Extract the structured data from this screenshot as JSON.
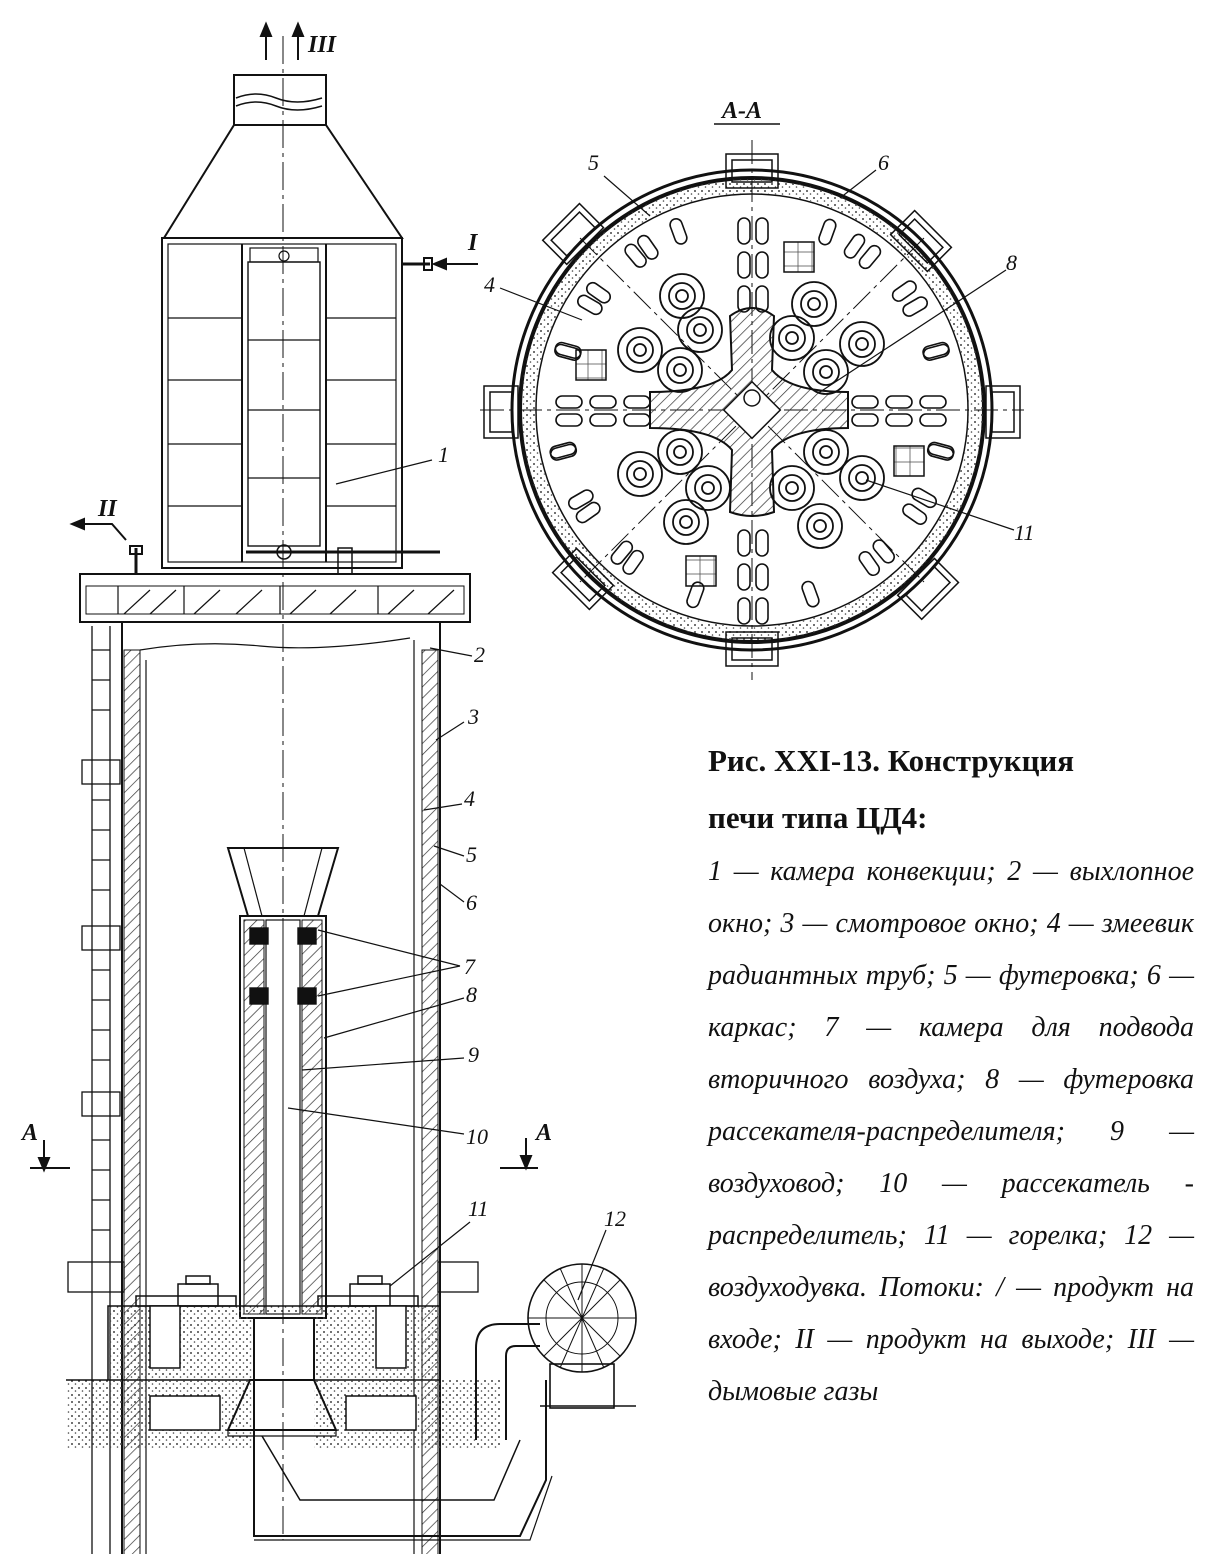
{
  "section_label": "А-А",
  "flow_labels": {
    "I": "I",
    "II": "II",
    "III": "III"
  },
  "section_marks": {
    "left": "А",
    "right": "А"
  },
  "callouts": [
    "1",
    "2",
    "3",
    "4",
    "5",
    "6",
    "7",
    "8",
    "9",
    "10",
    "11",
    "12"
  ],
  "plan_callouts": [
    "5",
    "6",
    "4",
    "8",
    "11"
  ],
  "caption": {
    "title_line1": "Рис. XXI-13. Конструкция",
    "title_line2": "печи типа ЦД4:",
    "legend": [
      "1 — камера конвекции;",
      "2 — выхлопное окно;",
      "3 — смотровое окно;",
      "4 — змеевик радиантных труб;",
      "5 — футеровка;",
      "6 — каркас;",
      "7 — камера для подвода вторичного воздуха;",
      "8 — футеровка рассекателя-распределителя;",
      "9 — воздуховод;",
      "10 — рассекатель - распределитель;",
      "11 — горелка;",
      "12 — воздуходувка."
    ],
    "flows": [
      "Потоки: / — продукт на входе;",
      "II — продукт на выходе;",
      "III — дымовые газы"
    ]
  }
}
